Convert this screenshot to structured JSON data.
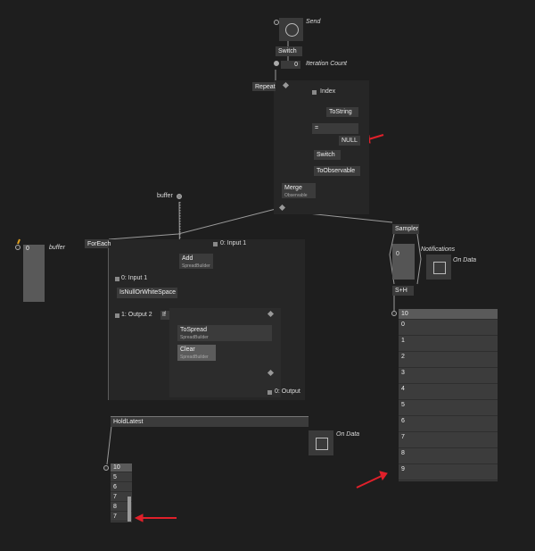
{
  "send": {
    "label": "Send"
  },
  "switch1": {
    "label": "Switch"
  },
  "iteration": {
    "value": "0",
    "label": "Iteration Count"
  },
  "repeat": {
    "label": "Repeat"
  },
  "index": {
    "label": "Index"
  },
  "tostring": {
    "label": "ToString"
  },
  "equals": {
    "label": "="
  },
  "null": {
    "label": "NULL"
  },
  "switch2": {
    "label": "Switch"
  },
  "toobservable": {
    "label": "ToObservable"
  },
  "merge": {
    "label": "Merge",
    "sub": "Observable"
  },
  "buffer_out": {
    "label": "buffer"
  },
  "buffer_pad": {
    "value": "0",
    "label": "buffer"
  },
  "foreach": {
    "label": "ForEach"
  },
  "input1_top": {
    "label": "0: Input 1"
  },
  "add": {
    "label": "Add",
    "sub": "SpreadBuilder"
  },
  "input1_left": {
    "label": "0: Input 1"
  },
  "isnull": {
    "label": "IsNullOrWhiteSpace"
  },
  "output2": {
    "label": "1: Output 2"
  },
  "if": {
    "label": "If"
  },
  "tospread": {
    "label": "ToSpread",
    "sub": "SpreadBuilder"
  },
  "clear": {
    "label": "Clear",
    "sub": "SpreadBuilder"
  },
  "output0": {
    "label": "0: Output"
  },
  "sampler": {
    "label": "Sampler"
  },
  "sampler_value": {
    "value": "0"
  },
  "notifications": {
    "label": "Notifications"
  },
  "on_data_right": {
    "label": "On Data"
  },
  "sh": {
    "label": "S+H"
  },
  "right_list": {
    "rows": [
      "10",
      "0",
      "1",
      "2",
      "3",
      "4",
      "5",
      "6",
      "7",
      "8",
      "9"
    ]
  },
  "holdlatest": {
    "label": "HoldLatest"
  },
  "on_data_bottom": {
    "label": "On Data"
  },
  "bottom_list": {
    "rows": [
      "10",
      "5",
      "6",
      "7",
      "8",
      "7"
    ]
  },
  "colors": {
    "background": "#1e1e1e",
    "node": "#3b3b3b",
    "accent_arrow": "#e0202a",
    "orange_link": "#e0a020"
  }
}
